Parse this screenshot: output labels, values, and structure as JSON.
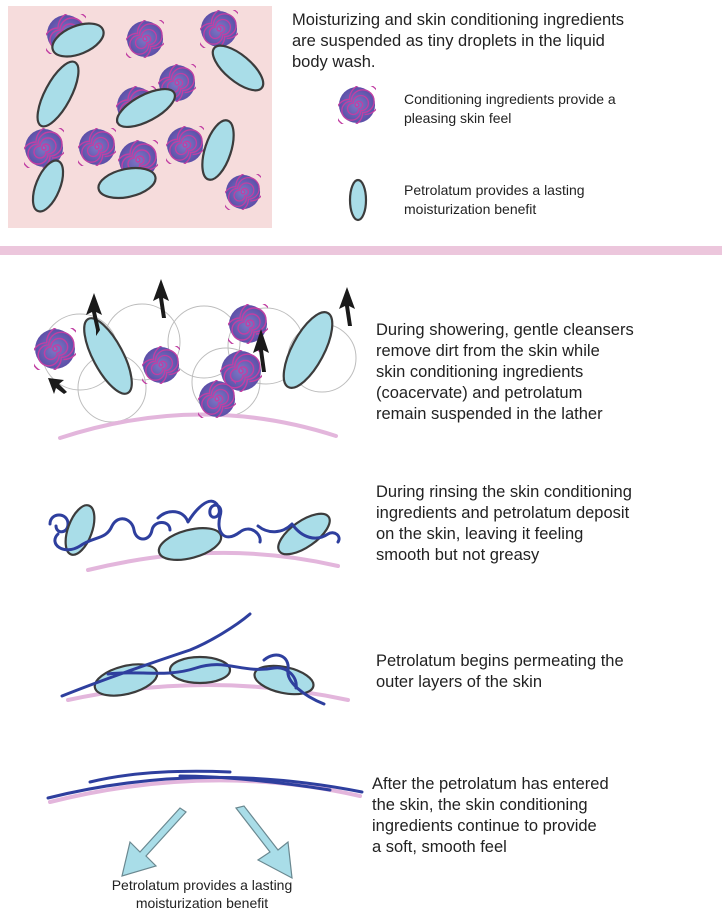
{
  "intro": {
    "text_l1": "Moisturizing and skin conditioning ingredients",
    "text_l2": "are suspended as tiny droplets in the liquid",
    "text_l3": "body wash."
  },
  "legend": {
    "conditioning_l1": "Conditioning ingredients provide a",
    "conditioning_l2": "pleasing skin feel",
    "petrolatum_l1": "Petrolatum provides a lasting",
    "petrolatum_l2": "moisturization benefit"
  },
  "steps": [
    {
      "lines": [
        "During showering, gentle cleansers",
        "remove dirt from the skin while",
        "skin conditioning ingredients",
        "(coacervate) and petrolatum",
        "remain suspended in the lather"
      ]
    },
    {
      "lines": [
        "During rinsing the skin conditioning",
        "ingredients and petrolatum deposit",
        "on the skin, leaving it feeling",
        "smooth but not greasy"
      ]
    },
    {
      "lines": [
        "Petrolatum begins permeating the",
        "outer layers of the skin"
      ]
    },
    {
      "lines": [
        "After the petrolatum has entered",
        "the skin, the skin conditioning",
        "ingredients continue to provide",
        "a soft, smooth feel"
      ]
    }
  ],
  "bottom_caption": {
    "l1": "Petrolatum provides a lasting",
    "l2": "moisturization benefit"
  },
  "colors": {
    "pink_background": "#f6dcdc",
    "divider": "#ecc6dc",
    "droplet_fill": "#a9dde8",
    "spiral": "#2e3f9e",
    "skin_line": "#e3b6dc"
  }
}
